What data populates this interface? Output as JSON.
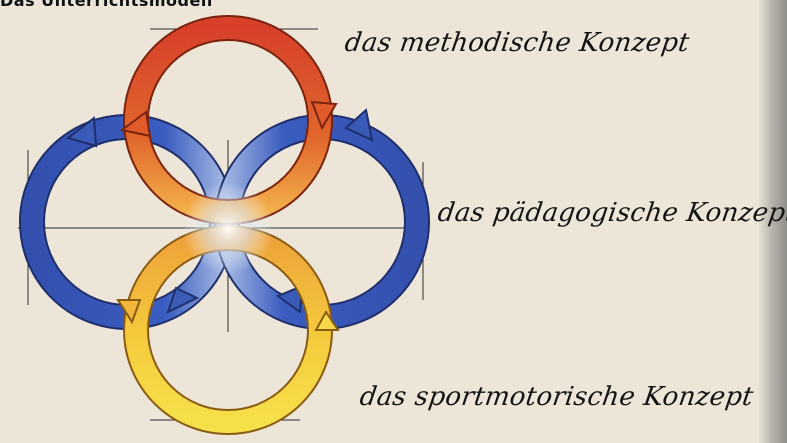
{
  "title": "Das Unterrichtsmodell",
  "labels": {
    "methodisch": "das methodische Konzept",
    "paedagogisch": "das pädagogische Konzept",
    "sportmotorisch": "das sportmotorische Konzept"
  },
  "colors": {
    "background": "#ece5d8",
    "orange_ring": "#d9542b",
    "blue_ring": "#3a5ab8",
    "yellow_ring": "#f2c23a",
    "guide_lines": "#2b2b2b"
  },
  "rings": [
    {
      "name": "methodisches-konzept",
      "color": "orange"
    },
    {
      "name": "paedagogisches-konzept-links",
      "color": "blue"
    },
    {
      "name": "paedagogisches-konzept-rechts",
      "color": "blue"
    },
    {
      "name": "sportmotorisches-konzept",
      "color": "yellow"
    }
  ]
}
